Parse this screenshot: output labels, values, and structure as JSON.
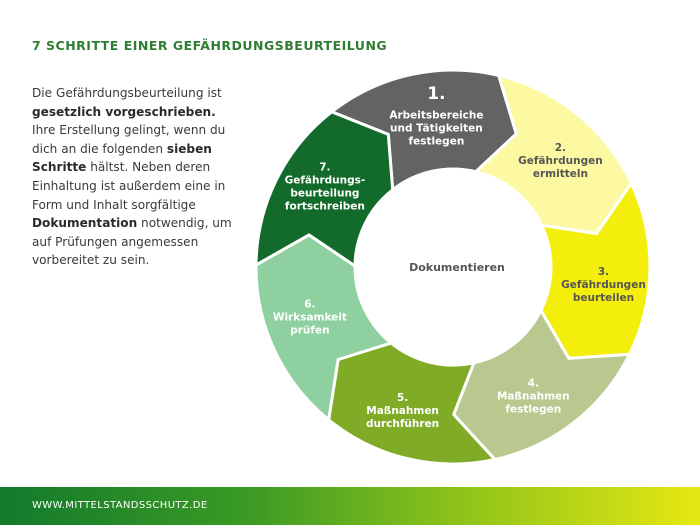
{
  "title": "7 SCHRITTE EINER GEFÄHRDUNGSBEURTEILUNG",
  "intro": {
    "p1": "Die Gefährdungsbeurteilung ist ",
    "b1": "gesetzlich vorgeschrieben.",
    "p2": " Ihre Erstellung gelingt, wenn du dich an die folgenden ",
    "b2": "sieben Schritte",
    "p3": " hältst. Neben deren Einhaltung ist außerdem eine in Form und Inhalt sorgfältige ",
    "b3": "Dokumentation",
    "p4": " notwendig, um auf Prüfungen angemessen vorbereitet zu sein."
  },
  "center_label": "Dokumentieren",
  "steps": [
    {
      "number": "1.",
      "lines": [
        "Arbeitsbereiche",
        "und Tätigkeiten",
        "festlegen"
      ],
      "color": "#636363",
      "text_color": "#ffffff"
    },
    {
      "number": "2.",
      "lines": [
        "Gefährdungen",
        "ermitteln"
      ],
      "color": "#fdf9a3",
      "text_color": "#555555"
    },
    {
      "number": "3.",
      "lines": [
        "Gefährdungen",
        "beurteilen"
      ],
      "color": "#f4ee0d",
      "text_color": "#555555"
    },
    {
      "number": "4.",
      "lines": [
        "Maßnahmen",
        "festlegen"
      ],
      "color": "#b8c88e",
      "text_color": "#ffffff"
    },
    {
      "number": "5.",
      "lines": [
        "Maßnahmen",
        "durchführen"
      ],
      "color": "#7fab26",
      "text_color": "#ffffff"
    },
    {
      "number": "6.",
      "lines": [
        "Wirksamkeit",
        "prüfen"
      ],
      "color": "#8fd0a0",
      "text_color": "#ffffff"
    },
    {
      "number": "7.",
      "lines": [
        "Gefährdungs-",
        "beurteilung",
        "fortschreiben"
      ],
      "color": "#136b2b",
      "text_color": "#ffffff"
    }
  ],
  "footer": {
    "url": "WWW.MITTELSTANDSSCHUTZ.DE"
  }
}
